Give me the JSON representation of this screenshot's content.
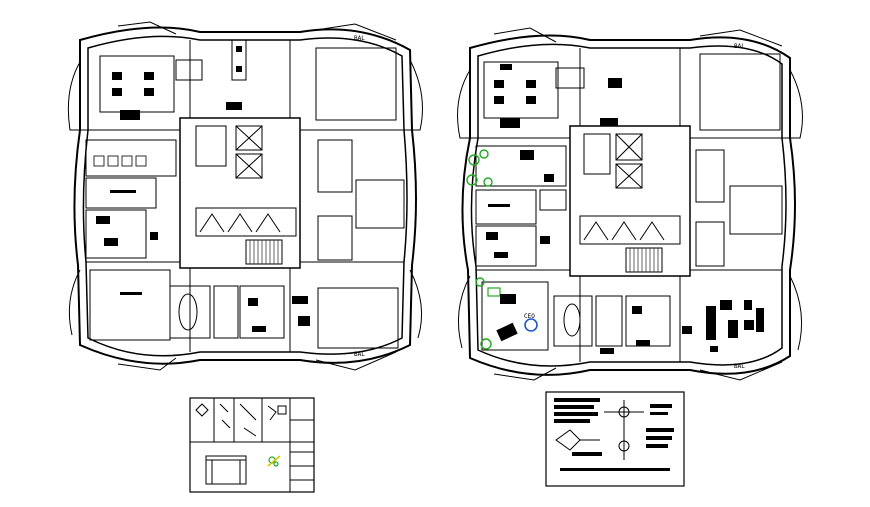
{
  "plans": [
    {
      "id": "left",
      "corner_labels": [
        "BAL",
        "BAL"
      ]
    },
    {
      "id": "right",
      "corner_labels": [
        "BAL",
        "BAL"
      ],
      "room_text": "CEO"
    }
  ],
  "colors": {
    "line": "#000000",
    "plant": "#22aa22",
    "accent": "#2255cc",
    "paper": "#ffffff"
  }
}
